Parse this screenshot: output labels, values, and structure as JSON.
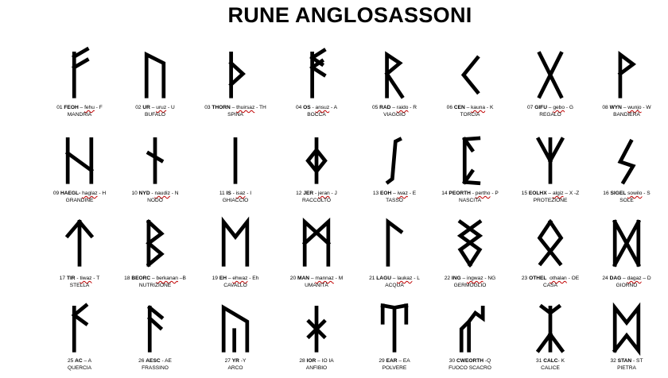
{
  "title": "RUNE ANGLOSASSONI",
  "runes": [
    {
      "num": "01",
      "name": "FEOH",
      "sep": " – ",
      "word": "fehu",
      "tail": " - F",
      "meaning": "MANDRIA"
    },
    {
      "num": "02",
      "name": "UR",
      "sep": " – ",
      "word": "uruz",
      "tail": " - U",
      "meaning": "BUFALO"
    },
    {
      "num": "03",
      "name": "THORN",
      "sep": " – ",
      "word": "thuirsaz",
      "tail": " - TH",
      "meaning": "SPINA"
    },
    {
      "num": "04",
      "name": "OS",
      "sep": " - ",
      "word": "ansuz",
      "tail": " - A",
      "meaning": "BOCCA"
    },
    {
      "num": "05",
      "name": "RAD",
      "sep": " – ",
      "word": "raido",
      "tail": " - R",
      "meaning": "VIAGGIO"
    },
    {
      "num": "06",
      "name": "CEN",
      "sep": " – ",
      "word": "kauna",
      "tail": " - K",
      "meaning": "TORCIA"
    },
    {
      "num": "07",
      "name": "GIFU",
      "sep": " – ",
      "word": "gebo",
      "tail": " - G",
      "meaning": "REGALO"
    },
    {
      "num": "08",
      "name": "WYN",
      "sep": " – ",
      "word": "wunjo",
      "tail": " - W",
      "meaning": "BANDIERA"
    },
    {
      "num": "09",
      "name": "HAEGL-",
      "sep": " ",
      "word": "haglaz",
      "tail": " - H",
      "meaning": "GRANDINE"
    },
    {
      "num": "10",
      "name": "NYD",
      "sep": " - ",
      "word": "naudiz",
      "tail": " - N",
      "meaning": "NODO"
    },
    {
      "num": "11",
      "name": "IS",
      "sep": " - ",
      "word": "isaz",
      "tail": " - I",
      "meaning": "GHIACCIO"
    },
    {
      "num": "12",
      "name": "JER",
      "sep": " - ",
      "word": "jeran",
      "tail": " - J",
      "meaning": "RACCOLTO"
    },
    {
      "num": "13",
      "name": "EOH",
      "sep": " – ",
      "word": "iwaz",
      "tail": " - E",
      "meaning": "TASSO"
    },
    {
      "num": "14",
      "name": "PEORTH",
      "sep": " - ",
      "word": "pertho",
      "tail": " - P",
      "meaning": "NASCITA"
    },
    {
      "num": "15",
      "name": "EOLHX",
      "sep": " – ",
      "word": "algiz",
      "tail": " – X -Z",
      "meaning": "PROTEZIONE"
    },
    {
      "num": "16",
      "name": "SIGEL",
      "sep": " ",
      "word": "sowilo",
      "tail": " - S",
      "meaning": "SOLE"
    },
    {
      "num": "17",
      "name": "TIR",
      "sep": " - ",
      "word": "tiwaz",
      "tail": " - T",
      "meaning": "STELLA"
    },
    {
      "num": "18",
      "name": "BEORC",
      "sep": " – ",
      "word": "berkanan",
      "tail": " –B",
      "meaning": "NUTRIZIONE"
    },
    {
      "num": "19",
      "name": "EH",
      "sep": " – ",
      "word": "ehwaz",
      "tail": " - Eh",
      "meaning": "CAVALLO"
    },
    {
      "num": "20",
      "name": "MAN",
      "sep": " – ",
      "word": "mannaz",
      "tail": " - M",
      "meaning": "UMANITÀ"
    },
    {
      "num": "21",
      "name": "LAGU",
      "sep": " – ",
      "word": "laukaz",
      "tail": " - L",
      "meaning": "ACQUA"
    },
    {
      "num": "22",
      "name": "ING",
      "sep": " – ",
      "word": "ingwaz",
      "tail": " - NG",
      "meaning": "GERMOGLIO"
    },
    {
      "num": "23",
      "name": "OTHEL",
      "sep": "  ",
      "word": "othalan",
      "tail": " - OE",
      "meaning": "CASA"
    },
    {
      "num": "24",
      "name": "DAG",
      "sep": " – ",
      "word": "dagaz",
      "tail": " – D",
      "meaning": "GIORNO"
    },
    {
      "num": "25",
      "name": "AC",
      "sep": " – ",
      "word": "",
      "tail": "A",
      "meaning": "QUERCIA"
    },
    {
      "num": "26",
      "name": "AESC",
      "sep": " - ",
      "word": "",
      "tail": "AE",
      "meaning": "FRASSINO"
    },
    {
      "num": "27",
      "name": "YR",
      "sep": " -",
      "word": "",
      "tail": "Y",
      "meaning": "ARCO"
    },
    {
      "num": "28",
      "name": "IOR",
      "sep": " – ",
      "word": "",
      "tail": "IO IA",
      "meaning": "ANFIBIO"
    },
    {
      "num": "29",
      "name": "EAR",
      "sep": " – ",
      "word": "",
      "tail": "EA",
      "meaning": "POLVERE"
    },
    {
      "num": "30",
      "name": "CWEORTH",
      "sep": " -",
      "word": "",
      "tail": "Q",
      "meaning": "FUOCO SCACRO"
    },
    {
      "num": "31",
      "name": "CALC",
      "sep": "- ",
      "word": "",
      "tail": "K",
      "meaning": "CALICE"
    },
    {
      "num": "32",
      "name": "STAN",
      "sep": " - ",
      "word": "",
      "tail": "ST",
      "meaning": "PIETRA"
    }
  ]
}
